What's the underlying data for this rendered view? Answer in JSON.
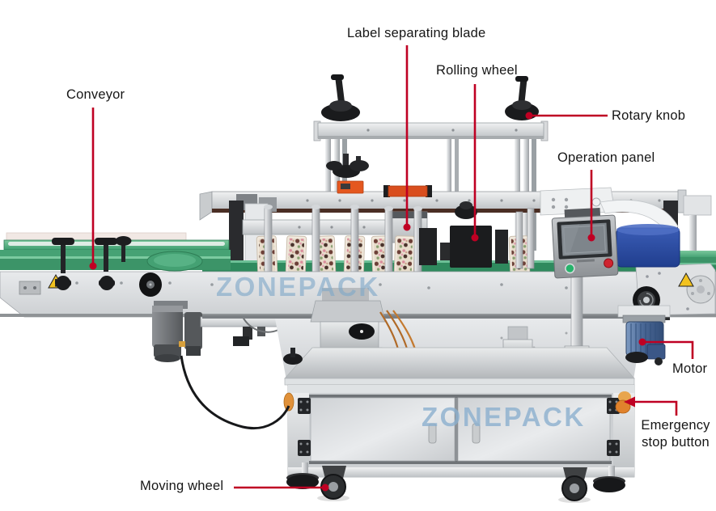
{
  "watermark": {
    "text": "ZONEPACK",
    "color": "#8cb0cf"
  },
  "annotation_style": {
    "line_color": "#bf0023",
    "text_color": "#161616"
  },
  "annotations": {
    "conveyor": "Conveyor",
    "label_separating_blade": "Label separating blade",
    "rolling_wheel": "Rolling wheel",
    "rotary_knob": "Rotary knob",
    "operation_panel": "Operation panel",
    "motor": "Motor",
    "emergency_stop": "Emergency stop button",
    "moving_wheel": "Moving wheel"
  }
}
